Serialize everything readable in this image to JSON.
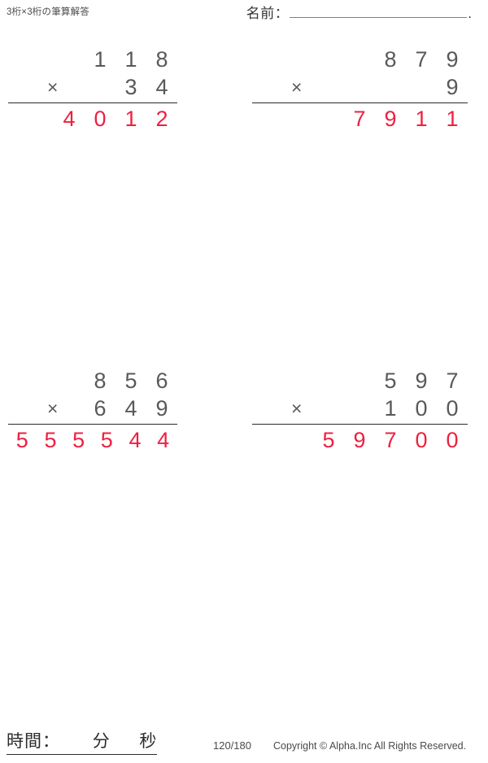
{
  "header": {
    "title": "3桁×3桁の筆算解答",
    "name_label": "名前：",
    "name_value": "",
    "name_trailing_dot": "."
  },
  "problems": [
    {
      "id": "problem-1",
      "position": "top-left",
      "multiplicand": "118",
      "operator": "×",
      "multiplier": "34",
      "answer": "4012",
      "multiplicand_digits": [
        "1",
        "1",
        "8"
      ],
      "multiplier_digits": [
        "3",
        "4"
      ],
      "answer_digits": [
        "4",
        "0",
        "1",
        "2"
      ]
    },
    {
      "id": "problem-2",
      "position": "top-right",
      "multiplicand": "879",
      "operator": "×",
      "multiplier": "9",
      "answer": "7911",
      "multiplicand_digits": [
        "8",
        "7",
        "9"
      ],
      "multiplier_digits": [
        "9"
      ],
      "answer_digits": [
        "7",
        "9",
        "1",
        "1"
      ]
    },
    {
      "id": "problem-3",
      "position": "bottom-left",
      "multiplicand": "856",
      "operator": "×",
      "multiplier": "649",
      "answer": "555544",
      "multiplicand_digits": [
        "8",
        "5",
        "6"
      ],
      "multiplier_digits": [
        "6",
        "4",
        "9"
      ],
      "answer_digits": [
        "5",
        "5",
        "5",
        "5",
        "4",
        "4"
      ]
    },
    {
      "id": "problem-4",
      "position": "bottom-right",
      "multiplicand": "597",
      "operator": "×",
      "multiplier": "100",
      "answer": "59700",
      "multiplicand_digits": [
        "5",
        "9",
        "7"
      ],
      "multiplier_digits": [
        "1",
        "0",
        "0"
      ],
      "answer_digits": [
        "5",
        "9",
        "7",
        "0",
        "0"
      ]
    }
  ],
  "footer": {
    "time_label": "時間：",
    "minutes_unit": "分",
    "seconds_unit": "秒",
    "minutes_value": "",
    "seconds_value": "",
    "page_count": "120/180",
    "copyright": "Copyright © Alpha.Inc All Rights Reserved."
  },
  "colors": {
    "answer_red": "#ee2040",
    "digit_gray": "#595959",
    "rule_black": "#2b2b2b",
    "page_background": "#ffffff"
  }
}
